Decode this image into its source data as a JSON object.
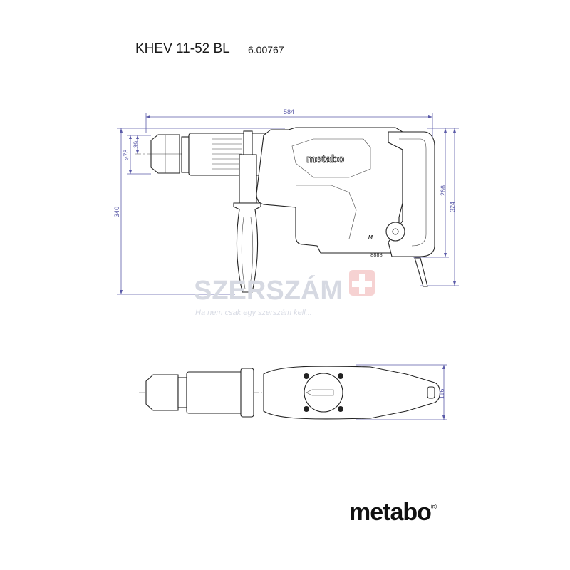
{
  "header": {
    "model": "KHEV 11-52 BL",
    "article_number": "6.00767"
  },
  "dimensions": {
    "length": "584",
    "height_total": "340",
    "chuck_diameter": "⌀78",
    "chuck_offset": "39",
    "height_body": "266",
    "height_cable": "324",
    "width_top_view": "116"
  },
  "tool_labels": {
    "body_logo": "metabo",
    "display": "8888",
    "badge": "M"
  },
  "watermark": {
    "brand": "SZERSZÁM",
    "slogan": "Ha nem csak egy szerszám kell..."
  },
  "footer": {
    "logo": "metabo",
    "registered": "®"
  },
  "colors": {
    "dimension": "#5a5aa8",
    "line": "#222222",
    "watermark": "#d6d9e2",
    "watermark_cross": "#f3c9c9"
  }
}
